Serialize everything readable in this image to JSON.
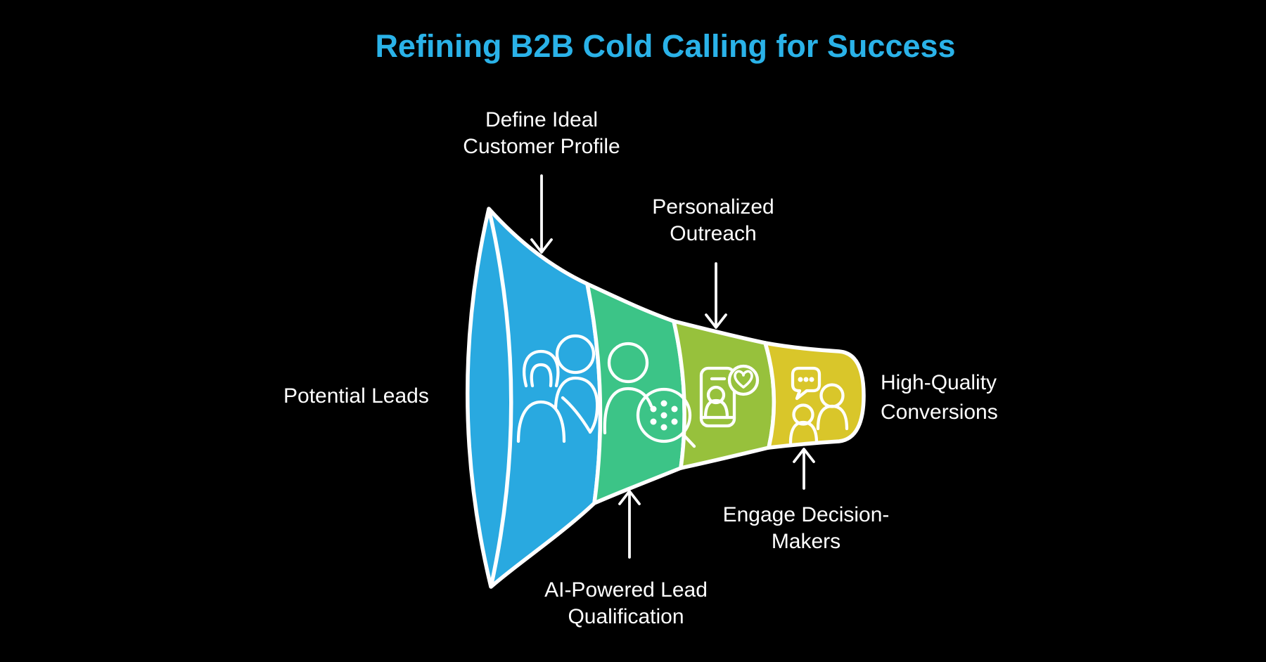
{
  "title": "Refining B2B Cold Calling for Success",
  "colors": {
    "title": "#2ab2e8",
    "background": "#000000",
    "outline": "#ffffff"
  },
  "funnel": {
    "input_label": "Potential Leads",
    "output_label_line1": "High-Quality",
    "output_label_line2": "Conversions"
  },
  "stages": [
    {
      "name": "Define Ideal Customer Profile",
      "label_line1": "Define Ideal",
      "label_line2": "Customer Profile",
      "color": "#29a9e0",
      "icon": "customer-profile-icon",
      "arrow": "down"
    },
    {
      "name": "AI-Powered Lead Qualification",
      "label_line1": "AI-Powered Lead",
      "label_line2": "Qualification",
      "color": "#3cc487",
      "icon": "ai-lead-qualification-icon",
      "arrow": "up"
    },
    {
      "name": "Personalized Outreach",
      "label_line1": "Personalized",
      "label_line2": "Outreach",
      "color": "#97c13c",
      "icon": "personalized-outreach-icon",
      "arrow": "down"
    },
    {
      "name": "Engage Decision-Makers",
      "label_line1": "Engage Decision-",
      "label_line2": "Makers",
      "color": "#d9c62a",
      "icon": "engage-decision-makers-icon",
      "arrow": "up"
    }
  ]
}
